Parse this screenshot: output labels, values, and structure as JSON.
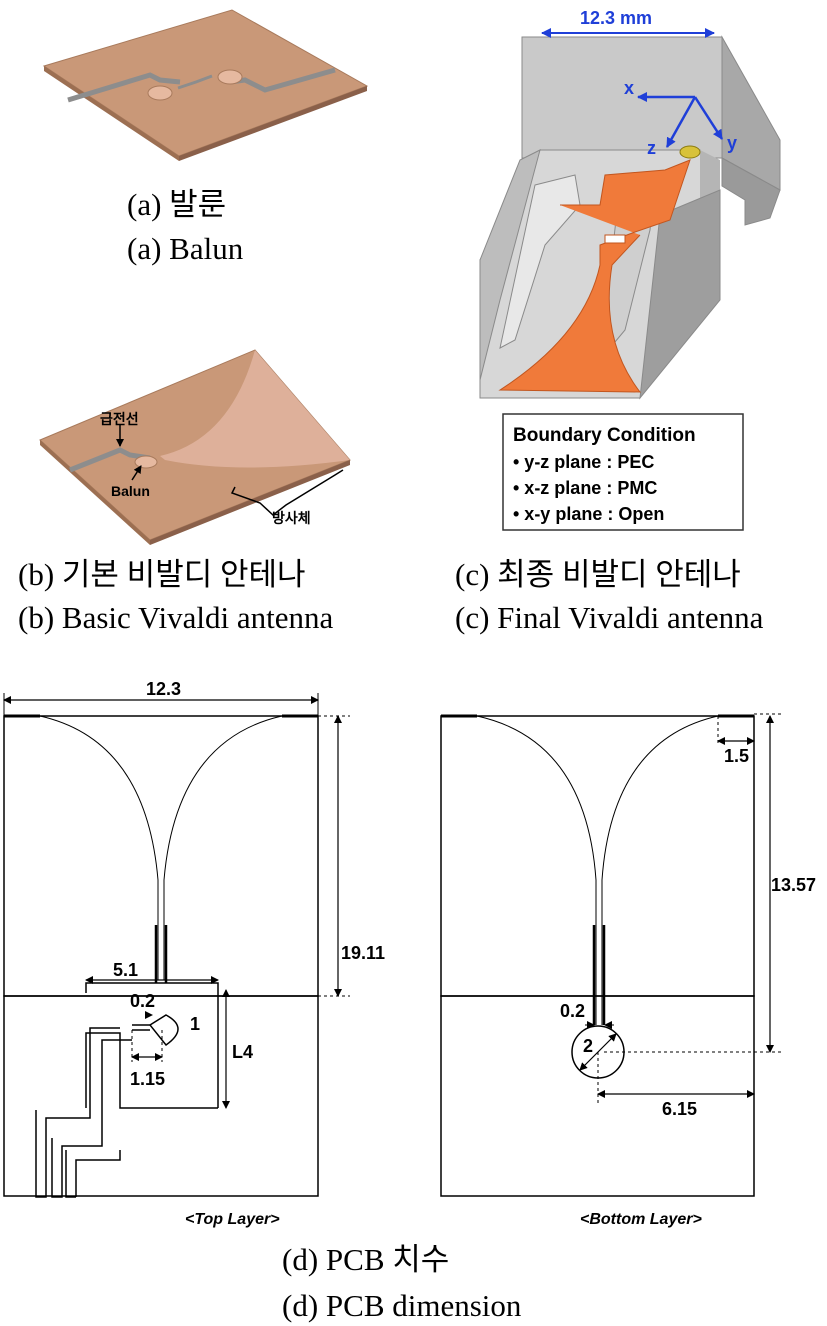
{
  "panel_a": {
    "caption_ko": "(a) 발룬",
    "caption_en": "(a) Balun"
  },
  "panel_b": {
    "label_feed": "급전선",
    "label_balun": "Balun",
    "label_radiator": "방사체",
    "caption_ko": "(b) 기본 비발디 안테나",
    "caption_en": "(b) Basic Vivaldi antenna"
  },
  "panel_c": {
    "width_label": "12.3 mm",
    "axis_x": "x",
    "axis_y": "y",
    "axis_z": "z",
    "boundary_title": "Boundary Condition",
    "boundary_items": [
      "• y-z plane : PEC",
      "• x-z plane : PMC",
      "• x-y plane : Open"
    ],
    "caption_ko": "(c) 최종 비발디 안테나",
    "caption_en": "(c) Final Vivaldi antenna"
  },
  "panel_d": {
    "top": {
      "width": "12.3",
      "height": "19.11",
      "cavity_width": "5.1",
      "gap": "0.2",
      "stub_radius": "1",
      "stub_offset": "1.15",
      "cavity_height": "L4",
      "layer_label": "<Top Layer>"
    },
    "bottom": {
      "edge": "1.5",
      "slot_length": "13.57",
      "slot_gap": "0.2",
      "circle_dia": "2",
      "offset": "6.15",
      "layer_label": "<Bottom Layer>"
    },
    "caption_ko": "(d) PCB 치수",
    "caption_en": "(d) PCB dimension"
  },
  "colors": {
    "copper": "#c99878",
    "substrate": "#d8d8d8",
    "orange": "#f07a3a",
    "blue": "#1f3fd8"
  }
}
